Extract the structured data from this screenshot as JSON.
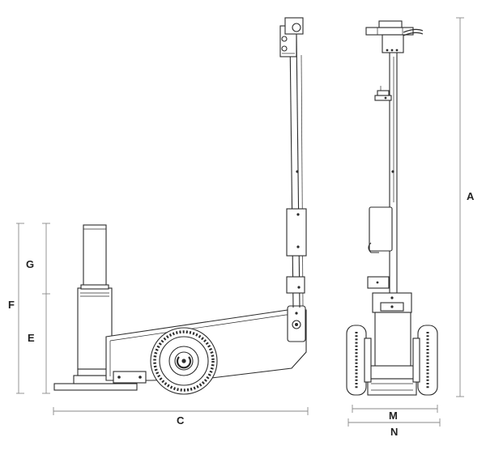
{
  "dimension_labels": {
    "A": "A",
    "C": "C",
    "E": "E",
    "F": "F",
    "G": "G",
    "M": "M",
    "N": "N"
  },
  "colors": {
    "line": "#2b2b2b",
    "dimension_line": "#8a8a8a",
    "background": "#ffffff"
  }
}
